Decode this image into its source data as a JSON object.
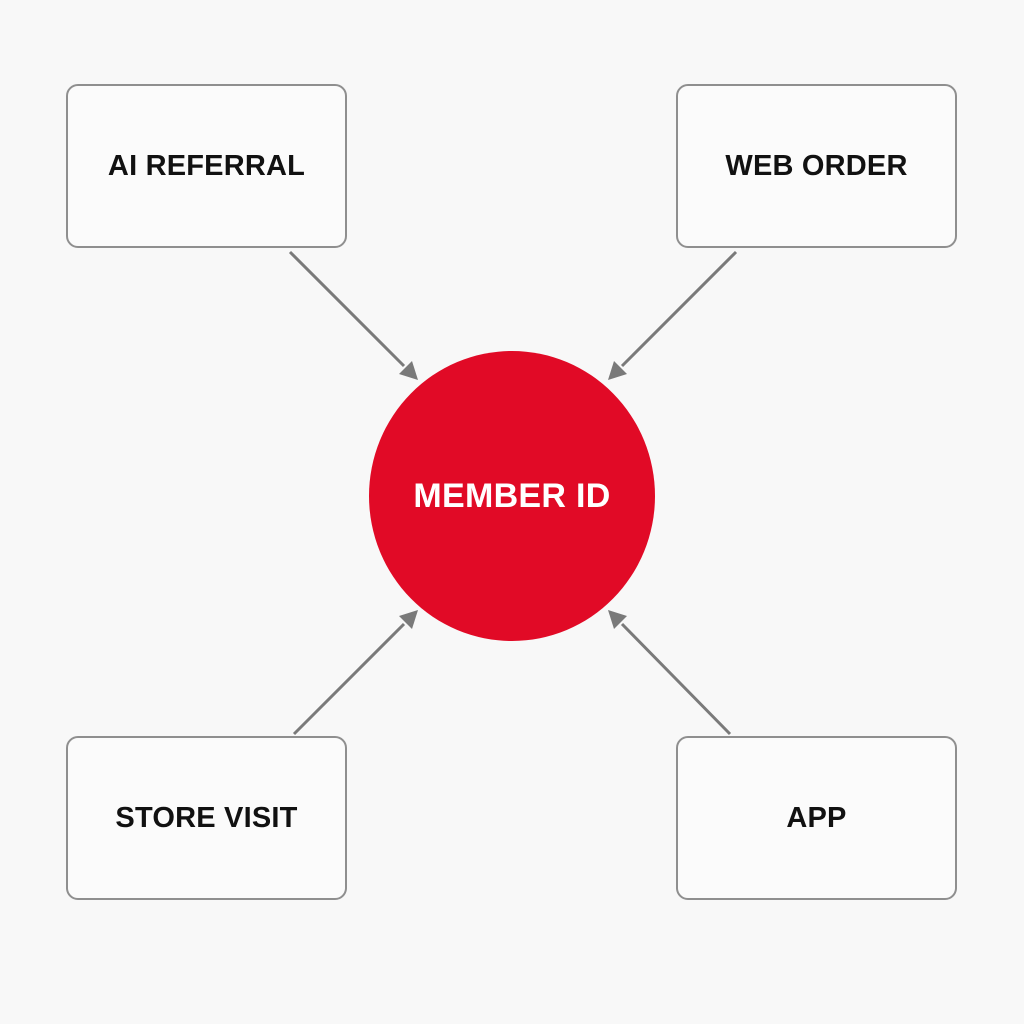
{
  "colors": {
    "hub_fill": "#e10a26",
    "arrow": "#7a7a7a",
    "box_border": "#8f8f8f"
  },
  "hub": {
    "label": "MEMBER ID"
  },
  "sources": {
    "top_left": {
      "label": "AI REFERRAL"
    },
    "top_right": {
      "label": "WEB ORDER"
    },
    "bottom_left": {
      "label": "STORE VISIT"
    },
    "bottom_right": {
      "label": "APP"
    }
  }
}
